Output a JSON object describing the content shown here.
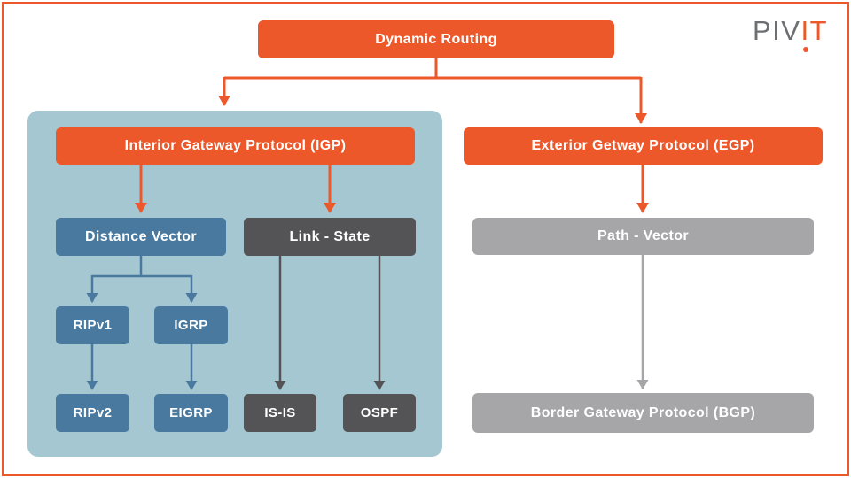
{
  "logo": {
    "pre": "PIV",
    "excl": "I",
    "post": "T"
  },
  "nodes": {
    "dynamic_routing": "Dynamic Routing",
    "igp": "Interior Gateway Protocol (IGP)",
    "egp": "Exterior Getway Protocol (EGP)",
    "distance_vector": "Distance Vector",
    "link_state": "Link - State",
    "path_vector": "Path - Vector",
    "ripv1": "RIPv1",
    "igrp": "IGRP",
    "ripv2": "RIPv2",
    "eigrp": "EIGRP",
    "isis": "IS-IS",
    "ospf": "OSPF",
    "bgp": "Border Gateway Protocol (BGP)"
  },
  "colors": {
    "accent_orange": "#EC582A",
    "panel_blue": "#A5C7D2",
    "node_steel_blue": "#49799E",
    "node_dark_gray": "#545456",
    "node_light_gray": "#A6A6A8",
    "logo_gray": "#6E6F72",
    "background": "#FFFFFF"
  }
}
